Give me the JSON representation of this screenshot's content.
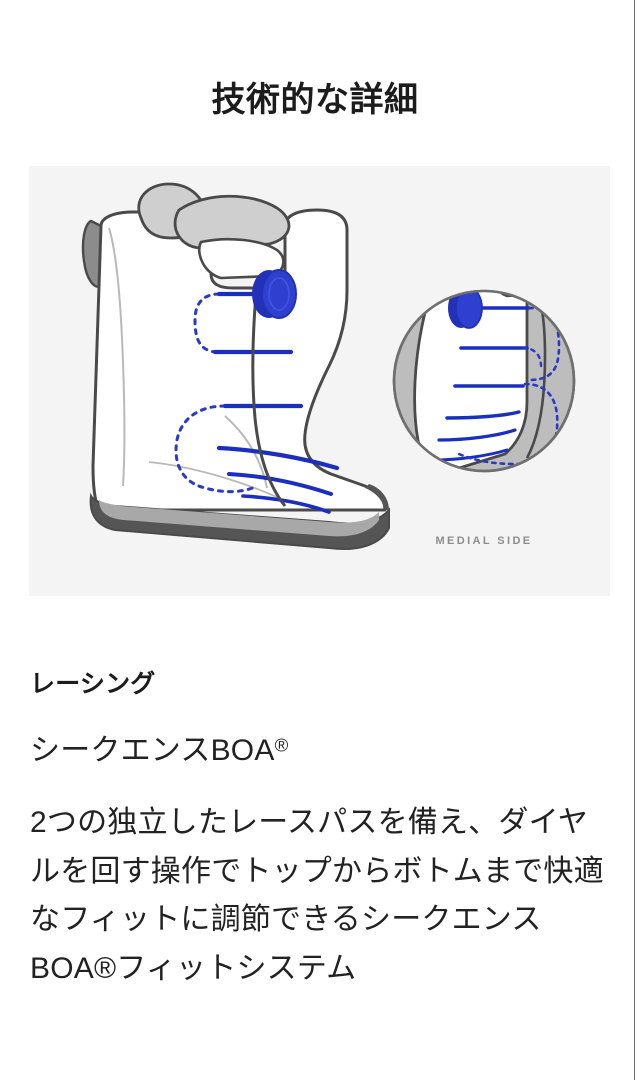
{
  "page": {
    "title": "技術的な詳細",
    "background_color": "#ffffff",
    "text_color": "#1a1a1a"
  },
  "media": {
    "panel_background": "#f4f4f4",
    "alt_name": "snowboard-boot-boa-diagram",
    "detail_caption": "MEDIAL SIDE",
    "colors": {
      "dial_blue": "#2f3fcf",
      "dial_blue_dark": "#2231b8",
      "lace_blue": "#1a2ec0",
      "outline_dark": "#4a4a4a",
      "boot_white": "#ffffff",
      "sole_gray": "#a8a8a8",
      "sole_dark": "#555555",
      "liner_gray": "#cfcfcf",
      "detail_circle_gray": "#bdbdbd",
      "caption_gray": "#8d8d8d"
    }
  },
  "spec": {
    "label": "レーシング",
    "value": "シークエンスBOA",
    "value_suffix": "®",
    "description_line1": "2つの独立したレースパスを備え、",
    "description_line2": "ダイヤルを回す操作でトップからボ",
    "description_line3": "トムまで快適なフィットに調節でき",
    "description_line4": "るシークエンスBOA",
    "description_line4b": "フィットシス",
    "description_line5": "テム",
    "description_full": "2つの独立したレースパスを備え、ダイヤルを回す操作でトップからボトムまで快適なフィットに調節できるシークエンスBOA®フィットシステム"
  }
}
